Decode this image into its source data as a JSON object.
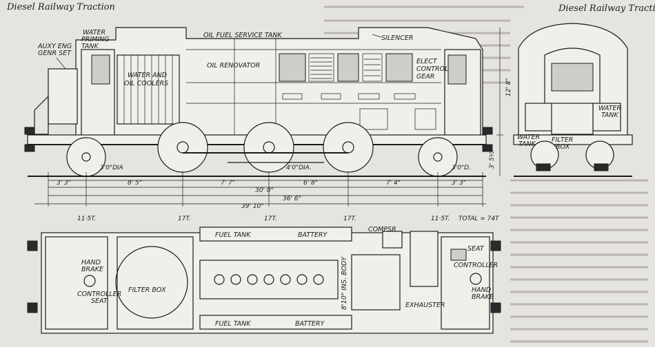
{
  "header": {
    "left_title": "Diesel Railway Traction",
    "right_title": "Diesel Railway Traction"
  },
  "labels": {
    "water_priming_tank": [
      "WATER",
      "PRIMING",
      "TANK"
    ],
    "aux_eng_gen_set": [
      "AUXY ENG",
      "GENR SET"
    ],
    "oil_fuel_service_tank": "OIL FUEL SERVICE TANK",
    "silencer": "SILENCER",
    "oil_renovator": "OIL RENOVATOR",
    "water_and_oil_coolers": [
      "WATER  AND",
      "OIL  COOLERS"
    ],
    "elect_control_gear": [
      "ELECT",
      "CONTROL",
      "GEAR"
    ],
    "water_tank_end": [
      "WATER",
      "TANK"
    ],
    "water_tank_side": [
      "WATER",
      "TANK"
    ],
    "filter_box_end": [
      "FILTER",
      "BOX"
    ],
    "fuel_tank_top": "FUEL  TANK",
    "battery_top": "BATTERY",
    "fuel_tank_bottom": "FUEL  TANK",
    "battery_bottom": "BATTERY",
    "comp": "COMPSR",
    "hand_brake_left": [
      "HAND",
      "BRAKE"
    ],
    "controller_seat_left": [
      "CONTROLLER",
      "SEAT"
    ],
    "filter_box_plan": "FILTER  BOX",
    "body_width": "8'10\" INS. BODY",
    "exhauster": "EXHAUSTER",
    "seat_right": "SEAT",
    "controller_right": "CONTROLLER",
    "hand_brake_right": [
      "HAND",
      "BRAKE"
    ]
  },
  "dimensions": {
    "wheel_dia_carrying": "3'0\"DIA",
    "wheel_dia_driving": "4'0\"DIA.",
    "wheel_dia_right": "3'0\"D.",
    "height": "12' 8\"",
    "buffer_height": "3' 5½\"",
    "d1": "3' 3\"",
    "d2": "8' 5\"",
    "d3": "7' 7\"",
    "d4": "6' 8\"",
    "d5": "7' 4\"",
    "d6": "3' 3\"",
    "wheelbase_30": "30' 0\"",
    "frame_36": "36' 6\"",
    "overall_39": "39' 10\""
  },
  "axle_loads": [
    "11·5T.",
    "17T.",
    "17T.",
    "17T.",
    "11·5T."
  ],
  "total_weight": "TOTAL = 74T"
}
